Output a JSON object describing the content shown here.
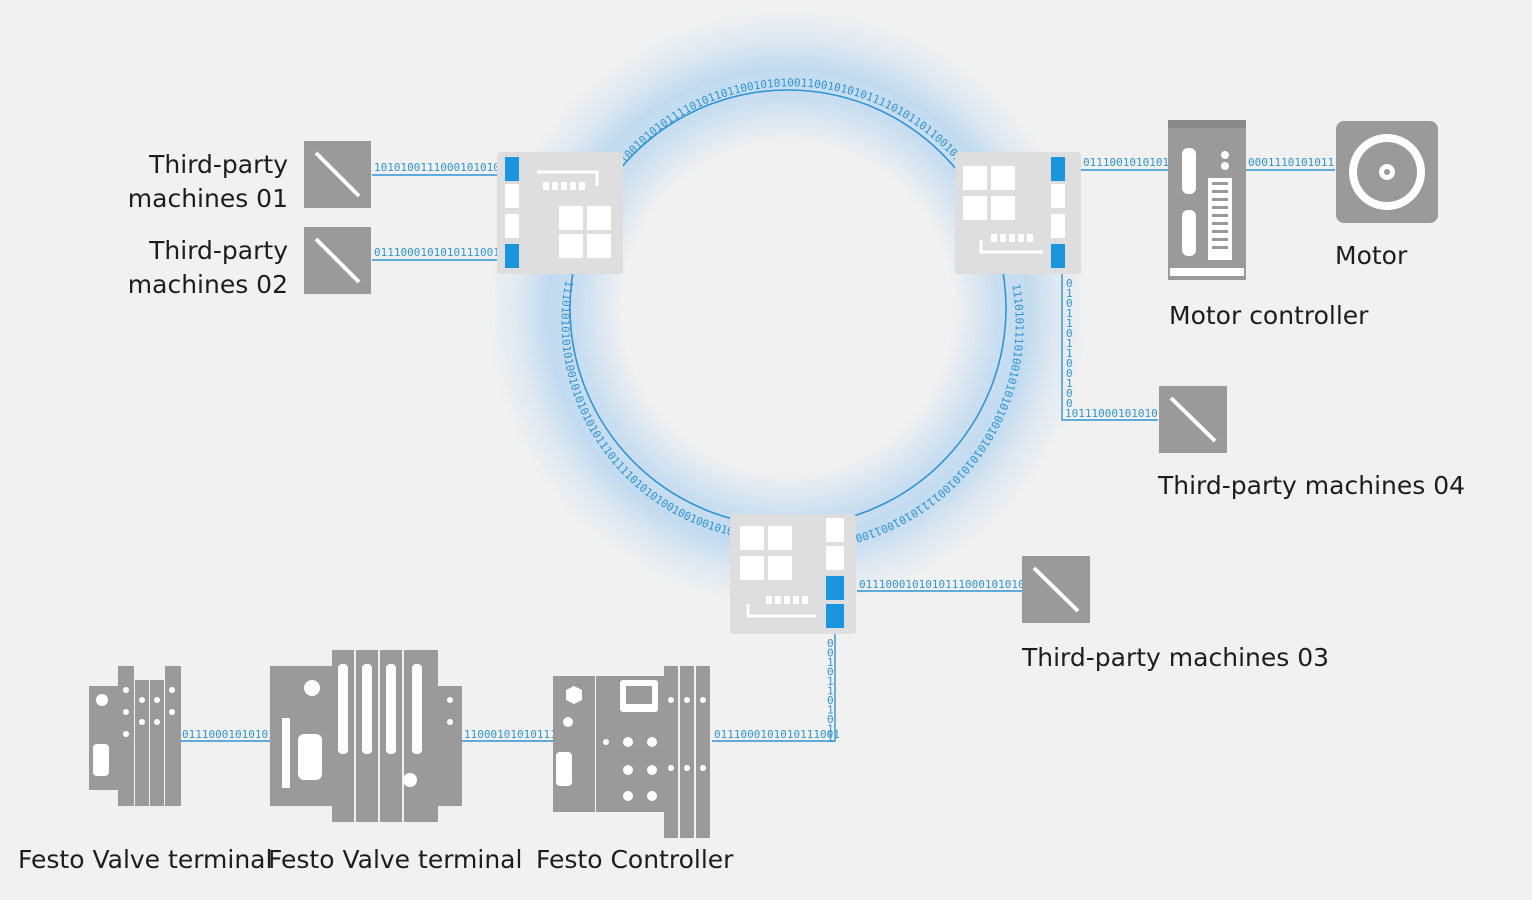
{
  "colors": {
    "background": "#f1f1f1",
    "ring_line": "#2f95d6",
    "ring_glow": "#a9cff0",
    "device_gray": "#9a9a9a",
    "switch_body": "#dddddd",
    "port_blue": "#1a96e0",
    "label_text": "#1d1d1d"
  },
  "labels": {
    "tp01_line1": "Third-party",
    "tp01_line2": "machines 01",
    "tp02_line1": "Third-party",
    "tp02_line2": "machines 02",
    "motor": "Motor",
    "motor_controller": "Motor controller",
    "tp04": "Third-party machines 04",
    "tp03": "Third-party machines 03",
    "valve_terminal_1": "Festo Valve terminal",
    "valve_terminal_2": "Festo Valve terminal",
    "controller": "Festo Controller"
  },
  "bit_streams": {
    "tp01_link": "1010100111000101010",
    "tp02_link": "0111000101010111001",
    "sw2_to_controller": "0111001010101",
    "controller_to_motor": "0001110101011",
    "sw2_to_tp04_vertical": "0101101100100",
    "sw2_to_tp04_horizontal": "10111000101010",
    "sw3_to_tp03": "0111000101010111000101010",
    "sw3_down_vertical": "00101101011",
    "controller_link": "0111000101010111001",
    "valve2_to_controller": "11000101010111",
    "valve1_to_valve2": "01110001010101",
    "ring_top": "1001010101111010110110010101001100101010111101011011001010",
    "ring_left": "111010101010100101010101011101111010101001001001010101",
    "ring_right": "11101011101001010101001010101010100111101010011001010101"
  }
}
